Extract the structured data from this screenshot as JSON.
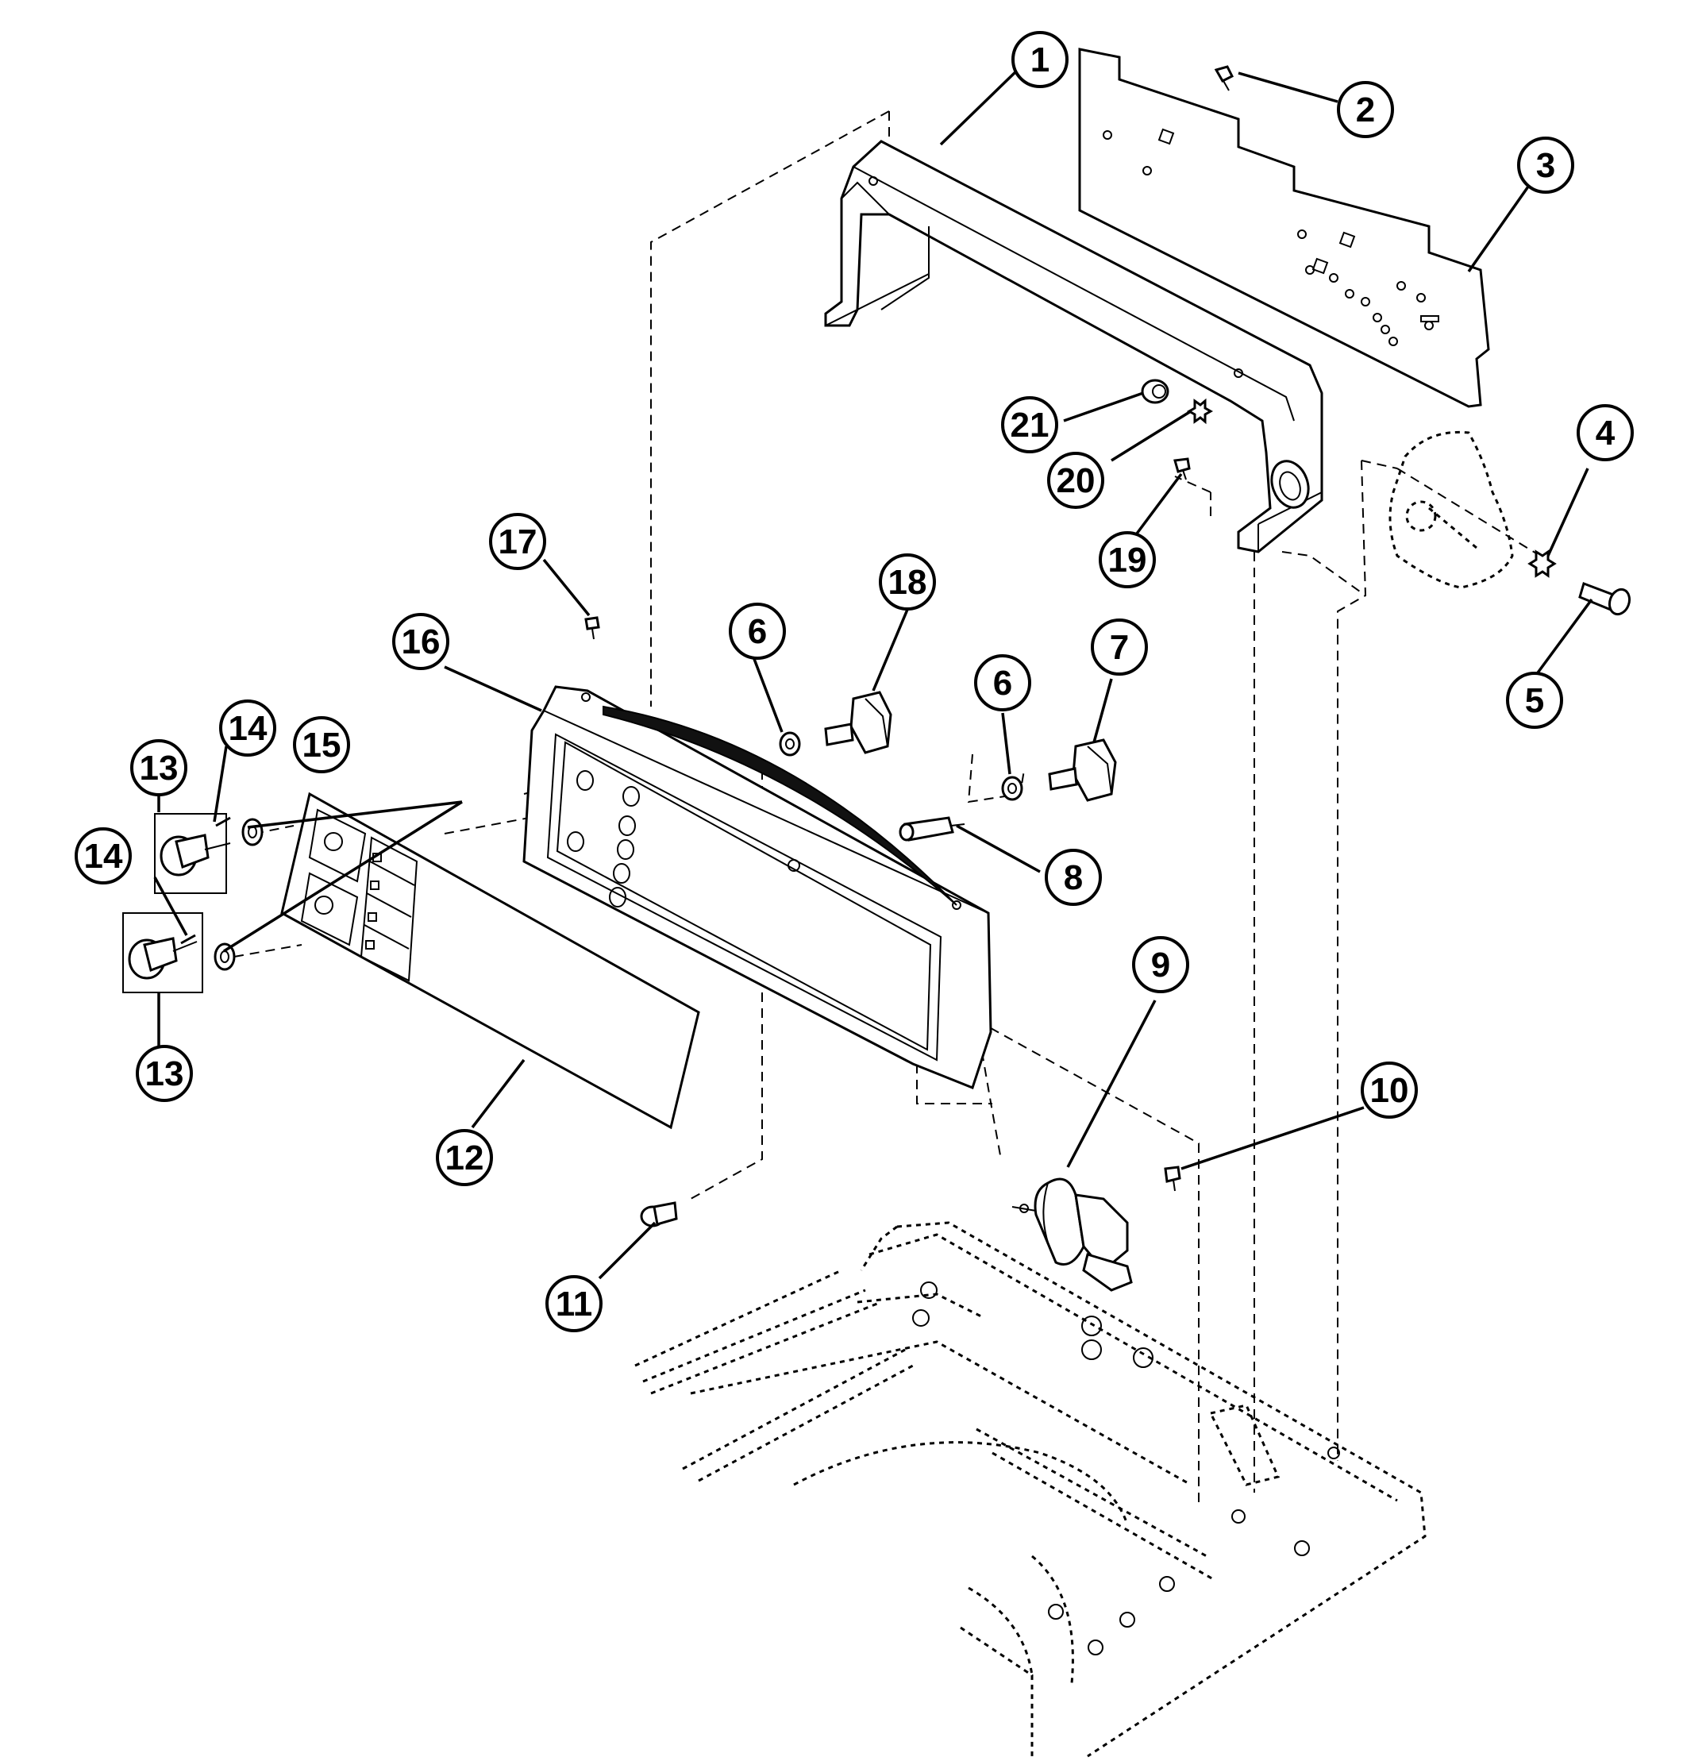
{
  "callouts": [
    {
      "number": "1"
    },
    {
      "number": "2"
    },
    {
      "number": "3"
    },
    {
      "number": "4"
    },
    {
      "number": "5"
    },
    {
      "number": "6"
    },
    {
      "number": "6"
    },
    {
      "number": "7"
    },
    {
      "number": "8"
    },
    {
      "number": "9"
    },
    {
      "number": "10"
    },
    {
      "number": "11"
    },
    {
      "number": "12"
    },
    {
      "number": "13"
    },
    {
      "number": "13"
    },
    {
      "number": "14"
    },
    {
      "number": "14"
    },
    {
      "number": "15"
    },
    {
      "number": "16"
    },
    {
      "number": "17"
    },
    {
      "number": "18"
    },
    {
      "number": "19"
    },
    {
      "number": "20"
    },
    {
      "number": "21"
    }
  ]
}
